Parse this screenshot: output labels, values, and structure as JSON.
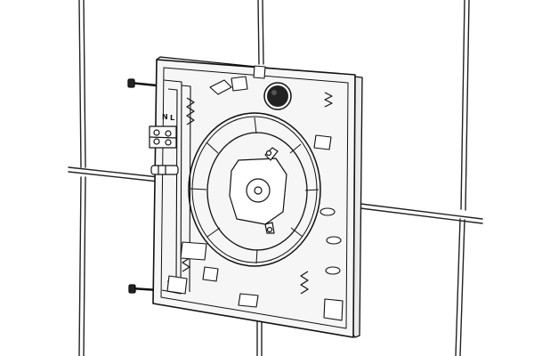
{
  "diagram": {
    "type": "installation illustration",
    "style": "black line art on white background",
    "terminal_labels": [
      "N",
      "L"
    ]
  },
  "colors": {
    "line": "#111111",
    "background": "#ffffff",
    "plate_fill": "#f4f4f4",
    "cable_hole": "#222222"
  }
}
